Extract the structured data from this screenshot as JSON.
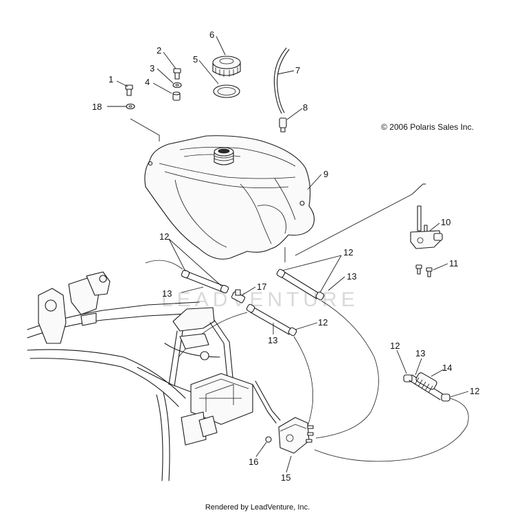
{
  "copyright": "© 2006 Polaris Sales Inc.",
  "footer": "Rendered by LeadVenture, Inc.",
  "watermark": "LEADVENTURE",
  "callouts": [
    {
      "id": "c1",
      "label": "1"
    },
    {
      "id": "c2",
      "label": "2"
    },
    {
      "id": "c3",
      "label": "3"
    },
    {
      "id": "c4",
      "label": "4"
    },
    {
      "id": "c5",
      "label": "5"
    },
    {
      "id": "c6",
      "label": "6"
    },
    {
      "id": "c7",
      "label": "7"
    },
    {
      "id": "c8",
      "label": "8"
    },
    {
      "id": "c9",
      "label": "9"
    },
    {
      "id": "c10",
      "label": "10"
    },
    {
      "id": "c11",
      "label": "11"
    },
    {
      "id": "c12a",
      "label": "12"
    },
    {
      "id": "c12b",
      "label": "12"
    },
    {
      "id": "c12c",
      "label": "12"
    },
    {
      "id": "c12d",
      "label": "12"
    },
    {
      "id": "c12e",
      "label": "12"
    },
    {
      "id": "c13a",
      "label": "13"
    },
    {
      "id": "c13b",
      "label": "13"
    },
    {
      "id": "c13c",
      "label": "13"
    },
    {
      "id": "c13d",
      "label": "13"
    },
    {
      "id": "c14",
      "label": "14"
    },
    {
      "id": "c15",
      "label": "15"
    },
    {
      "id": "c16",
      "label": "16"
    },
    {
      "id": "c17",
      "label": "17"
    },
    {
      "id": "c18",
      "label": "18"
    }
  ]
}
